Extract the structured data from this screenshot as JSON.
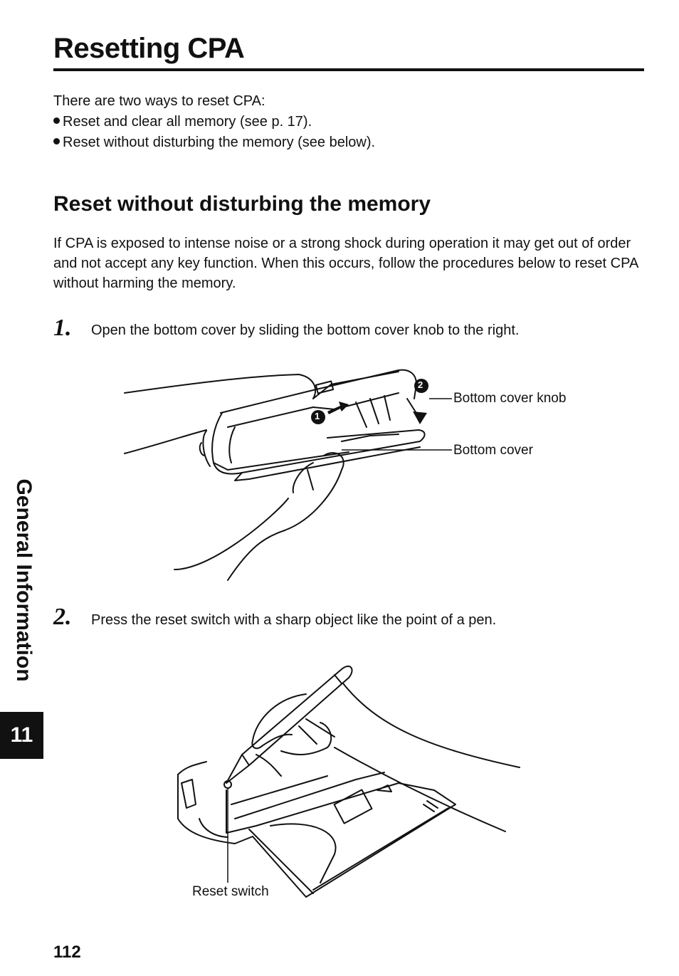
{
  "title": "Resetting CPA",
  "intro": {
    "line1": "There are two ways to reset CPA:",
    "bullet1": "Reset and clear all memory (see p. 17).",
    "bullet2": "Reset without disturbing the memory (see below)."
  },
  "section": {
    "heading": "Reset without disturbing the memory",
    "body": "If CPA is exposed to intense noise or a strong shock during operation it may get out of order and not accept any key function. When this occurs, follow the procedures below to reset CPA without harming the memory."
  },
  "steps": [
    {
      "number": "1.",
      "text": "Open the bottom cover by sliding the bottom cover knob to the right."
    },
    {
      "number": "2.",
      "text": "Press the reset switch with a sharp object like the point of a pen."
    }
  ],
  "figure1": {
    "callout1": "1",
    "callout2": "2",
    "label_knob": "Bottom cover knob",
    "label_cover": "Bottom cover"
  },
  "figure2": {
    "label_reset": "Reset switch"
  },
  "side_tab": "General Information",
  "chapter": "11",
  "page_number": "112"
}
